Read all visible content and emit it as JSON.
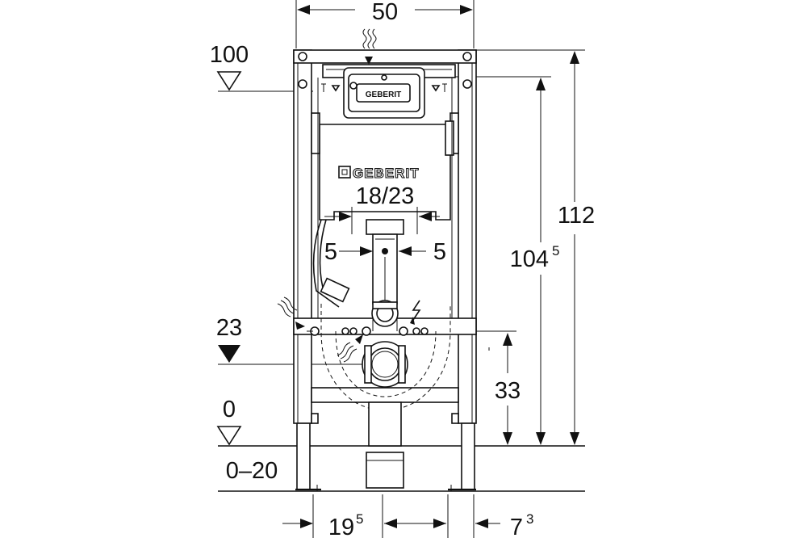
{
  "brand": {
    "name": "GEBERIT",
    "plate_text": "GEBERIT"
  },
  "dimensions": {
    "width": "50",
    "height_total": "112",
    "height_actuator": "104",
    "height_actuator_sup": "5",
    "height_outlet": "33",
    "pipe_spacing": "18/23",
    "offset_left": "5",
    "offset_right": "5",
    "frame_depth": "19",
    "frame_depth_sup": "5",
    "foot_depth": "7",
    "foot_depth_sup": "3"
  },
  "levels": {
    "actuator_level": "100",
    "outlet_level": "23",
    "floor_level": "0",
    "foot_range": "0–20"
  },
  "colors": {
    "line": "#111111",
    "background": "#ffffff"
  }
}
